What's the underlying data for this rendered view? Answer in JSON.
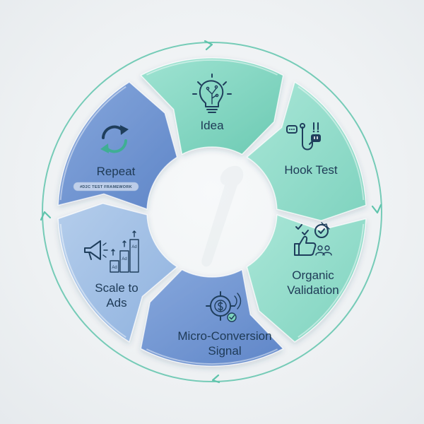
{
  "segments": [
    {
      "id": "idea",
      "label_lines": [
        "Idea"
      ],
      "color": "#7dd3be",
      "icon": "lightbulb-circuit-icon"
    },
    {
      "id": "hook-test",
      "label_lines": [
        "Hook Test"
      ],
      "color": "#8ad9c6",
      "icon": "fishing-hook-chat-icon"
    },
    {
      "id": "organic-validation",
      "label_lines": [
        "Organic",
        "Validation"
      ],
      "color": "#93dcca",
      "icon": "thumbs-up-badge-icon"
    },
    {
      "id": "micro-conversion-signal",
      "label_lines": [
        "Micro-Conversion",
        "Signal"
      ],
      "color": "#6a90cf",
      "icon": "dollar-target-icon"
    },
    {
      "id": "scale-to-ads",
      "label_lines": [
        "Scale to",
        "Ads"
      ],
      "color": "#9fbfe3",
      "icon": "megaphone-ads-icon"
    },
    {
      "id": "repeat",
      "label_lines": [
        "Repeat"
      ],
      "color": "#7fa2d8",
      "icon": "refresh-cycle-icon"
    }
  ],
  "badge": {
    "text": "#D2C TEST FRAMEWORK"
  },
  "icon_text": {
    "ad": "Ad"
  },
  "accent_color": "#5fc4ac"
}
